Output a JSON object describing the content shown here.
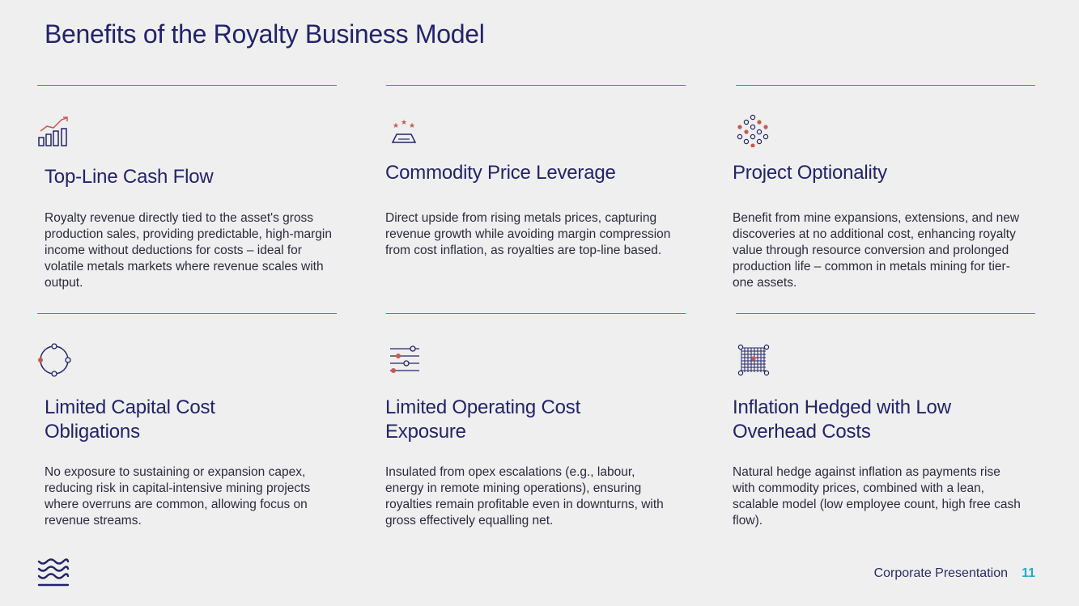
{
  "slide": {
    "title": "Benefits of the Royalty Business Model"
  },
  "cards": [
    {
      "icon": "growth-chart-icon",
      "title": "Top-Line Cash Flow",
      "body": "Royalty revenue directly tied to the asset's gross production sales, providing predictable, high-margin income without deductions for costs – ideal for volatile metals markets where revenue scales with output."
    },
    {
      "icon": "gold-bar-stars-icon",
      "title": "Commodity Price Leverage",
      "body": "Direct upside from rising metals prices, capturing revenue growth while avoiding margin compression from cost inflation, as royalties are top-line based."
    },
    {
      "icon": "dot-network-icon",
      "title": "Project Optionality",
      "body": "Benefit from mine expansions, extensions, and new discoveries at no additional cost, enhancing royalty value through resource conversion and prolonged production life – common in metals mining for tier-one assets."
    },
    {
      "icon": "circle-nodes-icon",
      "title": "Limited Capital Cost Obligations",
      "body": "No exposure to sustaining or expansion capex, reducing risk in capital-intensive mining projects where overruns are common, allowing focus on revenue streams."
    },
    {
      "icon": "sliders-icon",
      "title": "Limited Operating Cost Exposure",
      "body": "Insulated from opex escalations (e.g., labour, energy in remote mining operations), ensuring royalties remain profitable even in downturns, with gross effectively equalling net."
    },
    {
      "icon": "grid-net-icon",
      "title": "Inflation Hedged with Low Overhead Costs",
      "body": "Natural hedge against inflation as payments rise with commodity prices, combined with a lean, scalable model (low employee count, high free cash flow)."
    }
  ],
  "footer": {
    "label": "Corporate Presentation",
    "page_number": "11"
  },
  "colors": {
    "navy": "#23236b",
    "accent_red": "#c65a4e",
    "page_number_blue": "#2aa9c9"
  }
}
